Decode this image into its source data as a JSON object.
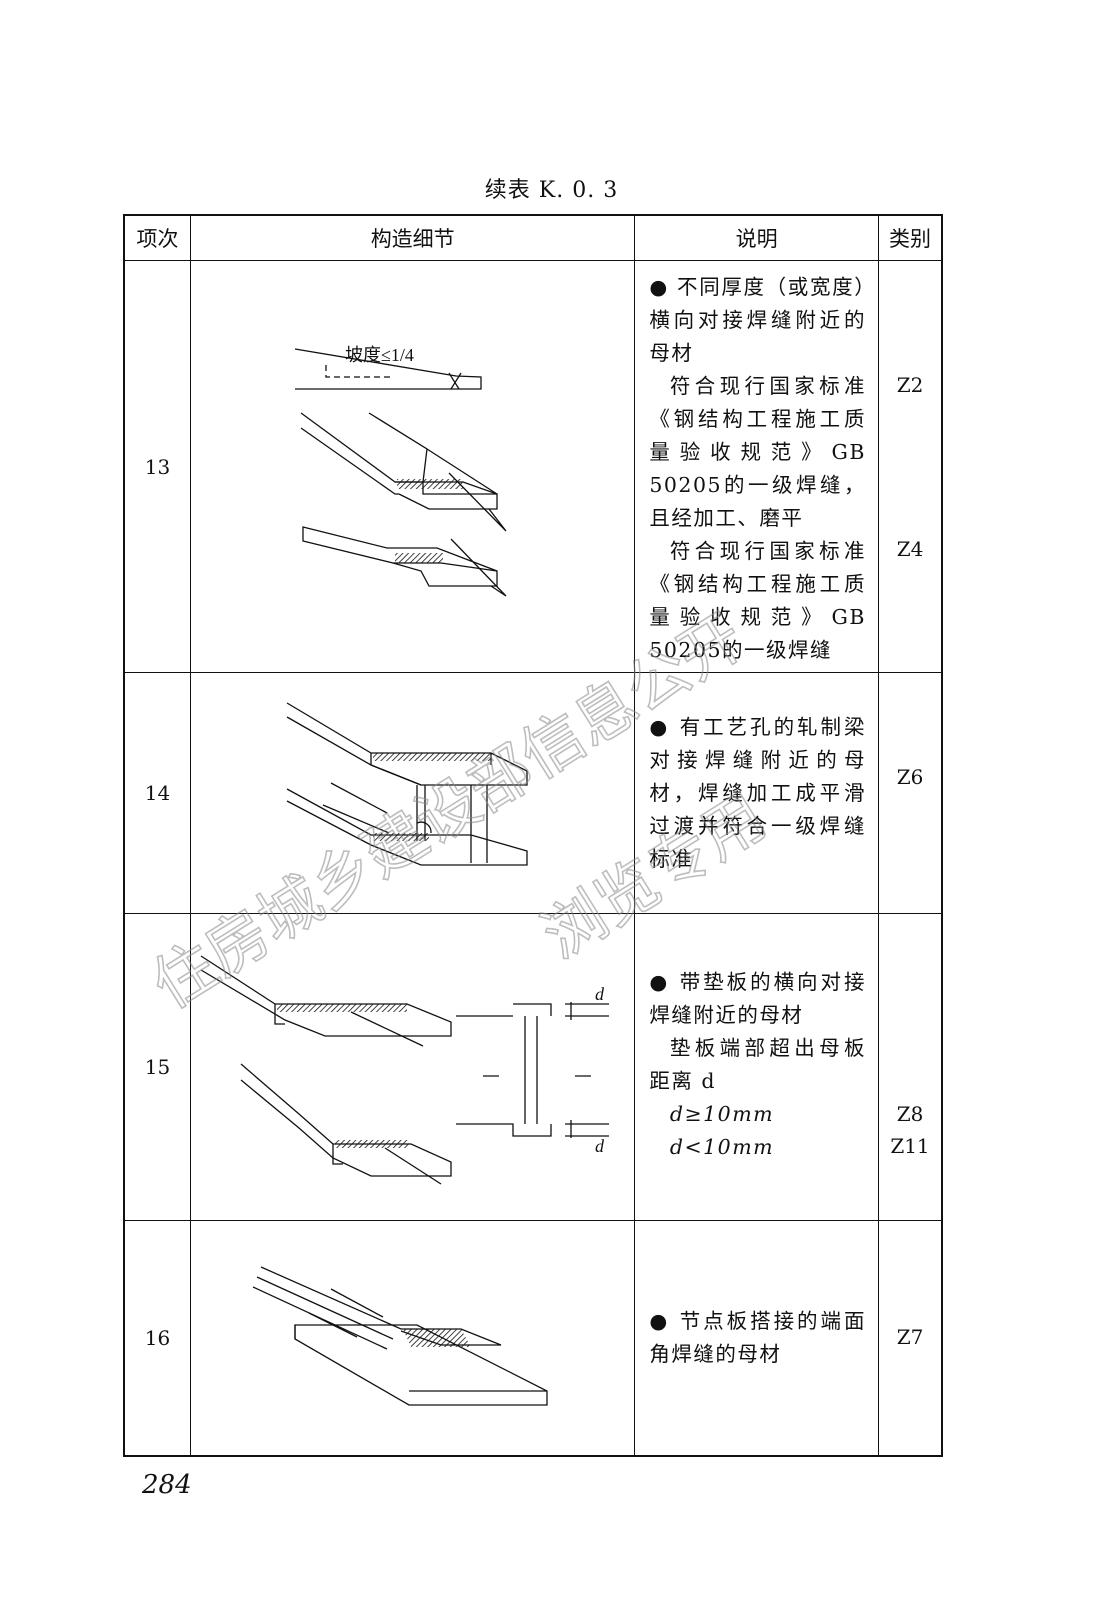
{
  "caption": "续表 K. 0. 3",
  "headers": {
    "item": "项次",
    "detail": "构造细节",
    "desc": "说明",
    "cls": "类别"
  },
  "rows": [
    {
      "item": "13",
      "fig_label": "坡度≤1/4",
      "desc": [
        "● 不同厚度（或宽度）横向对接焊缝附近的母材",
        "符合现行国家标准《钢结构工程施工质量验收规范》GB 50205的一级焊缝，且经加工、磨平",
        "符合现行国家标准《钢结构工程施工质量验收规范》GB 50205的一级焊缝"
      ],
      "cls": [
        "Z2",
        "Z4"
      ]
    },
    {
      "item": "14",
      "desc": [
        "● 有工艺孔的轧制梁对接焊缝附近的母材，焊缝加工成平滑过渡并符合一级焊缝标准"
      ],
      "cls": [
        "Z6"
      ]
    },
    {
      "item": "15",
      "fig_label_top": "d",
      "fig_label_bottom": "d",
      "desc": [
        "● 带垫板的横向对接焊缝附近的母材",
        "垫板端部超出母板距离 d",
        "d≥10mm",
        "d<10mm"
      ],
      "cls": [
        "Z8",
        "Z11"
      ]
    },
    {
      "item": "16",
      "desc": [
        "● 节点板搭接的端面角焊缝的母材"
      ],
      "cls": [
        "Z7"
      ]
    }
  ],
  "watermark": {
    "line1": "住房城乡建设部信息公开",
    "line2": "浏览专用"
  },
  "page_number": "284"
}
